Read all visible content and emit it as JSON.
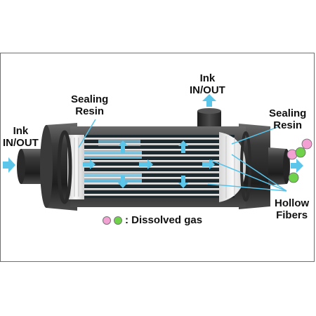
{
  "labels": {
    "ink_left": [
      "Ink",
      "IN/OUT"
    ],
    "ink_top": [
      "Ink",
      "IN/OUT"
    ],
    "sealing_left": [
      "Sealing",
      "Resin"
    ],
    "sealing_right": [
      "Sealing",
      "Resin"
    ],
    "hollow_fibers": [
      "Hollow",
      "Fibers"
    ]
  },
  "legend": {
    "text": ": Dissolved gas",
    "dot_colors": [
      "#f3a0d2",
      "#6fd24a"
    ]
  },
  "colors": {
    "arrow": "#5cc6ea",
    "housing": "#2c2c2c",
    "resin": "#e6e6e6",
    "ink_fill": "#7fd0ee",
    "gas_pink": "#f3a0d2",
    "gas_green": "#6fd24a"
  }
}
